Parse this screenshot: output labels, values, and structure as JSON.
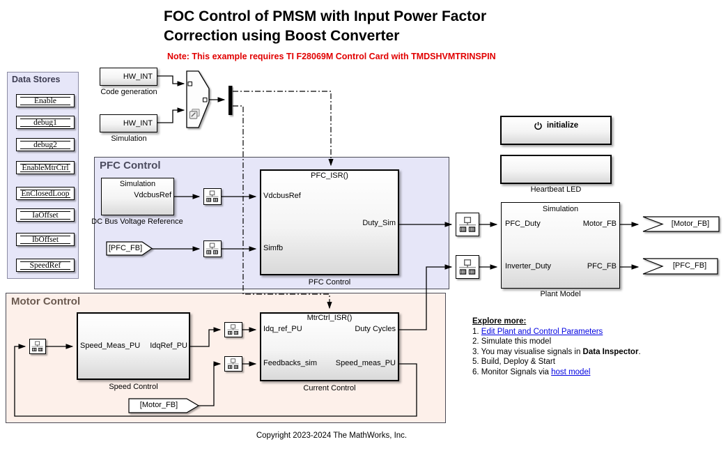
{
  "colors": {
    "note_red": "#e10000",
    "link_blue": "#0000e0",
    "pfc_area_bg": "#e6e6f8",
    "motor_area_bg": "#fdf0ea",
    "datastores_bg": "#e6e6f8"
  },
  "title": {
    "line1": "FOC Control of PMSM with Input Power Factor",
    "line2": "Correction using Boost Converter"
  },
  "note": "Note: This example requires TI F28069M Control Card with TMDSHVMTRINSPIN",
  "data_stores": {
    "title": "Data Stores",
    "items": [
      "Enable",
      "debug1",
      "debug2",
      "EnableMtrCtrl",
      "EnClosedLoop",
      "IaOffset",
      "IbOffset",
      "SpeedRef"
    ]
  },
  "interrupts": {
    "code_gen": {
      "port": "HW_INT",
      "label": "Code generation"
    },
    "simulation": {
      "port": "HW_INT",
      "label": "Simulation"
    }
  },
  "pfc": {
    "title": "PFC Control",
    "dc_bus": {
      "top": "Simulation",
      "port": "VdcbusRef",
      "label": "DC Bus Voltage Reference"
    },
    "from_tag": "[PFC_FB]",
    "controller": {
      "header": "PFC_ISR()",
      "in1": "VdcbusRef",
      "in2": "Simfb",
      "out1": "Duty_Sim",
      "label": "PFC Control"
    }
  },
  "motor": {
    "title": "Motor Control",
    "speed": {
      "in1": "Speed_Meas_PU",
      "out1": "IdqRef_PU",
      "label": "Speed Control"
    },
    "current": {
      "header": "MtrCtrl_ISR()",
      "in1": "Idq_ref_PU",
      "in2": "Feedbacks_sim",
      "out1": "Duty Cycles",
      "out2": "Speed_meas_PU",
      "label": "Current Control"
    },
    "from_tag": "[Motor_FB]"
  },
  "hardware": {
    "initialize": "initialize",
    "heartbeat": "Heartbeat LED"
  },
  "plant": {
    "top": "Simulation",
    "in1": "PFC_Duty",
    "in2": "Inverter_Duty",
    "out1": "Motor_FB",
    "out2": "PFC_FB",
    "label": "Plant Model",
    "goto_motor": "[Motor_FB]",
    "goto_pfc": "[PFC_FB]"
  },
  "explore": {
    "heading": "Explore more:",
    "i1_num": "1. ",
    "i1_link": "Edit Plant and Control Parameters",
    "i2": "2. Simulate this model",
    "i3_pre": "3. You may visualise signals in ",
    "i3_bold": "Data Inspector",
    "i3_post": ".",
    "i5": "5. Build, Deploy & Start",
    "i6_pre": "6. Monitor Signals via ",
    "i6_link": "host model"
  },
  "copyright": "Copyright 2023-2024 The MathWorks, Inc."
}
